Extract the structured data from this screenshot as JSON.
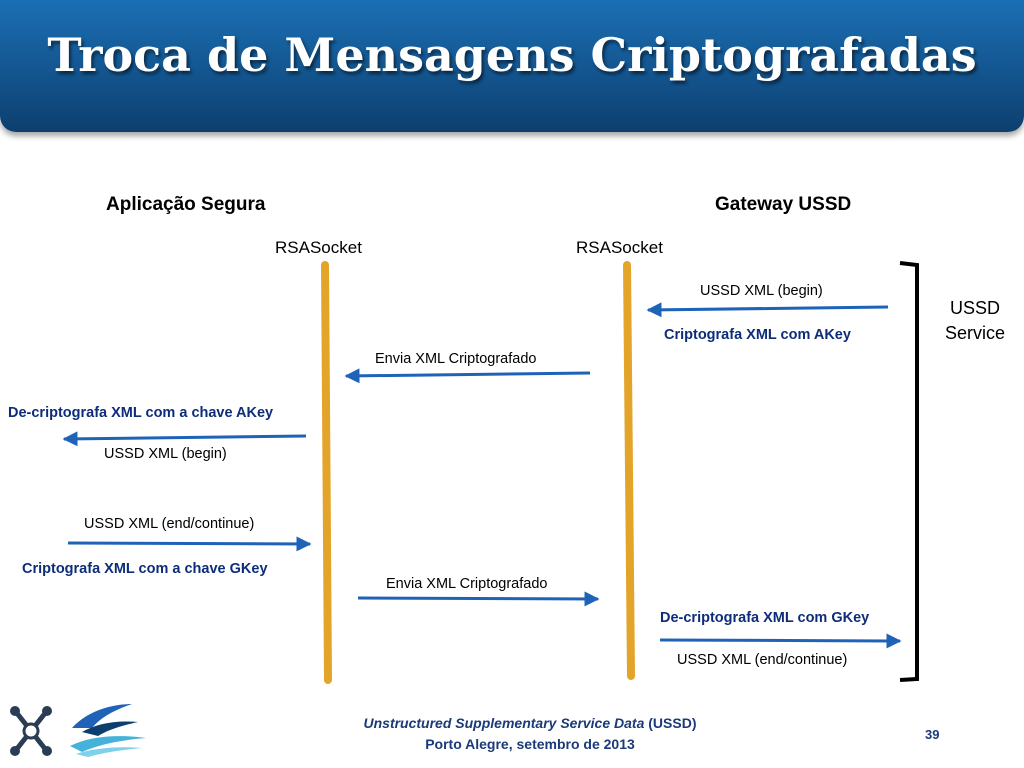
{
  "slide": {
    "title": "Troca de Mensagens Criptografadas",
    "page_number": "39",
    "footer": {
      "line1_italic": "Unstructured Supplementary Service Data",
      "line1_suffix": " (USSD)",
      "line2": "Porto Alegre, setembro de 2013"
    }
  },
  "diagram": {
    "left_party": "Aplicação Segura",
    "right_party": "Gateway USSD",
    "left_socket": "RSASocket",
    "right_socket": "RSASocket",
    "service": {
      "line1": "USSD",
      "line2": "Service"
    },
    "messages": {
      "m1": "USSD XML (begin)",
      "m1_op": "Criptografa XML com AKey",
      "m2": "Envia XML Criptografado",
      "m3_op": "De-criptografa XML com a chave AKey",
      "m3": "USSD XML (begin)",
      "m4": "USSD XML (end/continue)",
      "m4_op": "Criptografa XML com a chave GKey",
      "m5": "Envia XML Criptografado",
      "m6_op": "De-criptografa XML com GKey",
      "m6": "USSD XML (end/continue)"
    },
    "colors": {
      "lifeline": "#e3a42a",
      "arrow": "#1f63b8",
      "operation_text": "#0d2d7a",
      "banner": "#13558f"
    }
  }
}
